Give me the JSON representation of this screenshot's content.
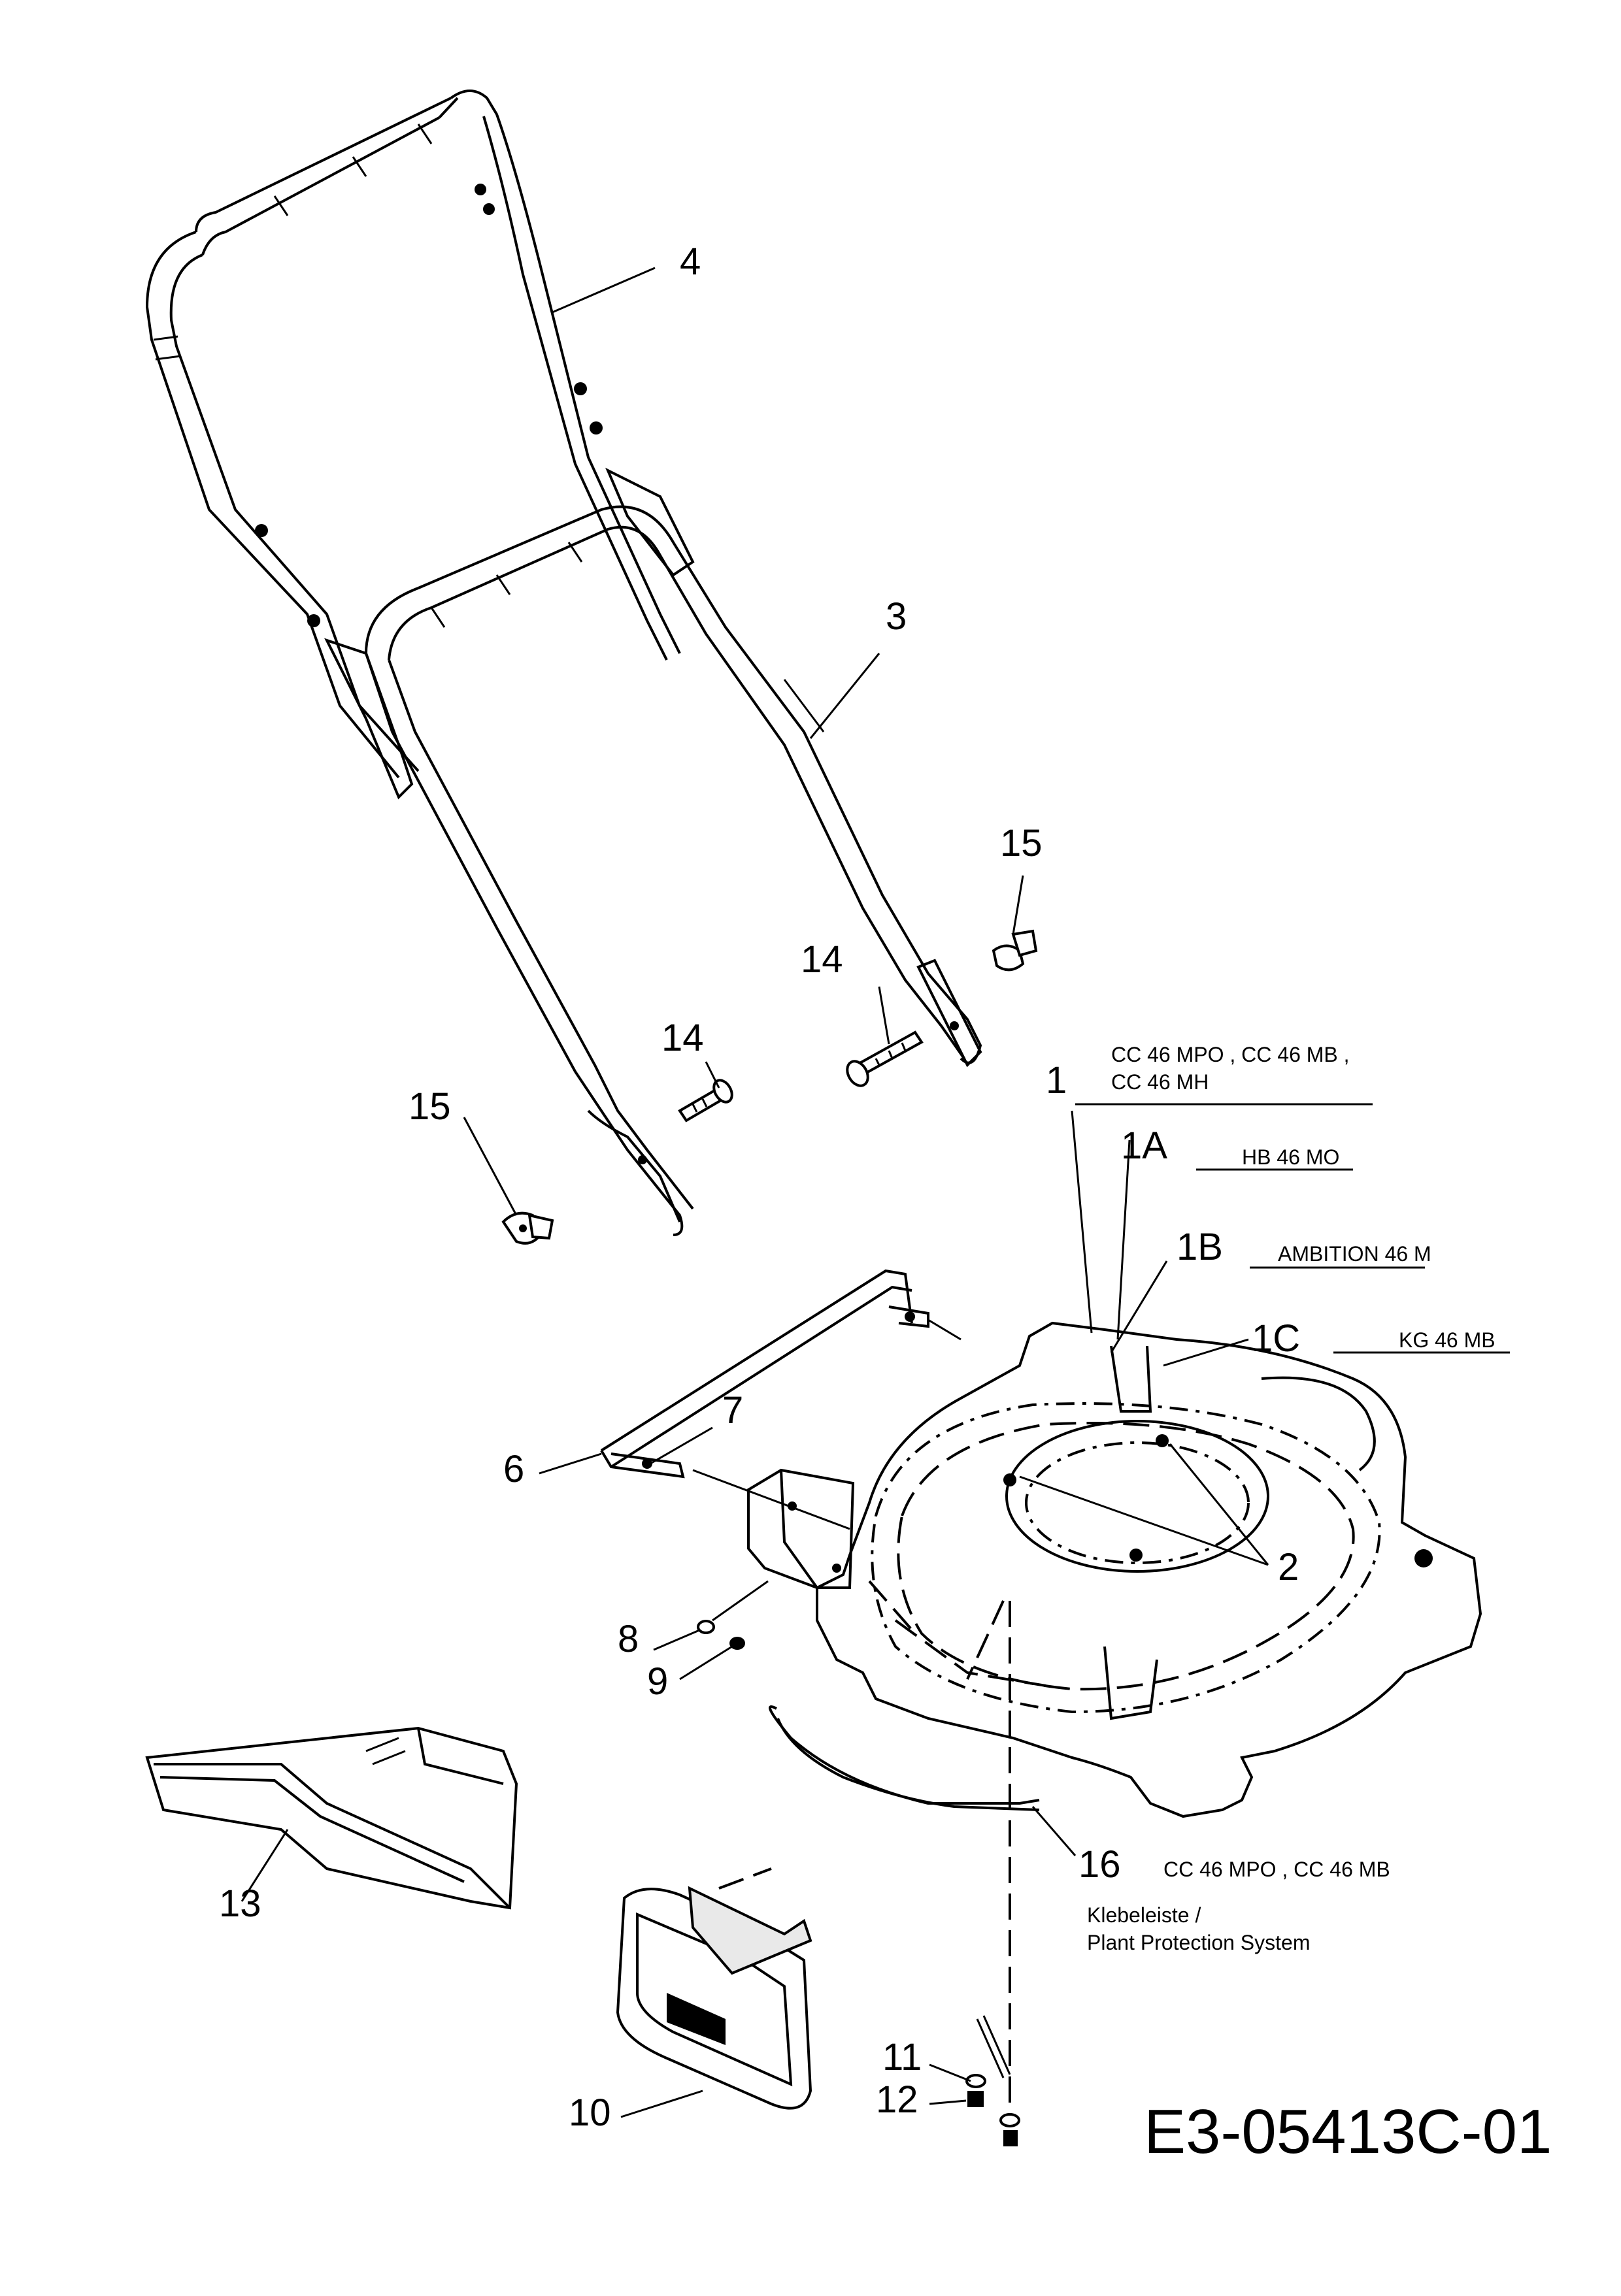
{
  "diagram": {
    "drawing_code": "E3-05413C-01",
    "callouts": {
      "c1": "1",
      "c1a": "1A",
      "c1b": "1B",
      "c1c": "1C",
      "c2": "2",
      "c3": "3",
      "c4": "4",
      "c6": "6",
      "c7": "7",
      "c8": "8",
      "c9": "9",
      "c10": "10",
      "c11": "11",
      "c12": "12",
      "c13": "13",
      "c14a": "14",
      "c14b": "14",
      "c15a": "15",
      "c15b": "15",
      "c16": "16"
    },
    "model_notes": {
      "m1_line1": "CC 46 MPO ,  CC 46 MB ,",
      "m1_line2": "CC 46 MH",
      "m1a": "HB 46 MO",
      "m1b": "AMBITION 46 M",
      "m1c": "KG 46 MB",
      "m16": "CC 46 MPO ,  CC 46 MB",
      "m16_desc1": "Klebeleiste /",
      "m16_desc2": "Plant Protection System"
    }
  }
}
